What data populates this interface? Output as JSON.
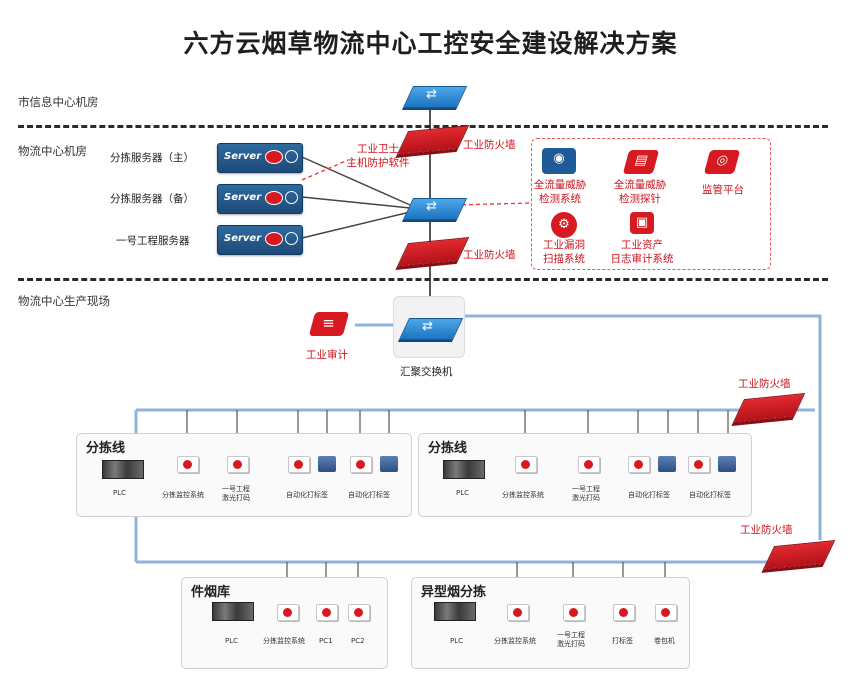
{
  "title": "六方云烟草物流中心工控安全建设解决方案",
  "zones": {
    "city": "市信息中心机房",
    "center": "物流中心机房",
    "production": "物流中心生产现场"
  },
  "servers": {
    "sorting_main": "分拣服务器（主）",
    "sorting_backup": "分拣服务器（备）",
    "project1": "一号工程服务器",
    "server_text": "Server"
  },
  "labels": {
    "firewall": "工业防火墙",
    "host_protect_1": "工业卫士",
    "host_protect_2": "主机防护软件",
    "aggregation_switch": "汇聚交换机",
    "industrial_audit": "工业审计"
  },
  "security_products": [
    {
      "line1": "全流量威胁",
      "line2": "检测系统"
    },
    {
      "line1": "全流量威胁",
      "line2": "检测探针"
    },
    {
      "line1": "监管平台",
      "line2": ""
    },
    {
      "line1": "工业漏洞",
      "line2": "扫描系统"
    },
    {
      "line1": "工业资产",
      "line2": "日志审计系统"
    }
  ],
  "panels": {
    "sort1": {
      "title": "分拣线",
      "items": [
        "PLC",
        "分拣监控系统",
        "一号工程",
        "激光打码",
        "自动化打标签",
        "自动化打标签"
      ]
    },
    "sort2": {
      "title": "分拣线",
      "items": [
        "PLC",
        "分拣监控系统",
        "一号工程",
        "激光打码",
        "自动化打标签",
        "自动化打标签"
      ]
    },
    "warehouse": {
      "title": "件烟库",
      "items": [
        "PLC",
        "分拣监控系统",
        "PC1",
        "PC2"
      ]
    },
    "odd": {
      "title": "异型烟分拣",
      "items": [
        "PLC",
        "分拣监控系统",
        "一号工程",
        "激光打码",
        "打标签",
        "卷包机"
      ]
    }
  },
  "colors": {
    "accent_red": "#d71a21",
    "switch_blue": "#1e73c0",
    "bus_blue": "#8fb4dc"
  }
}
